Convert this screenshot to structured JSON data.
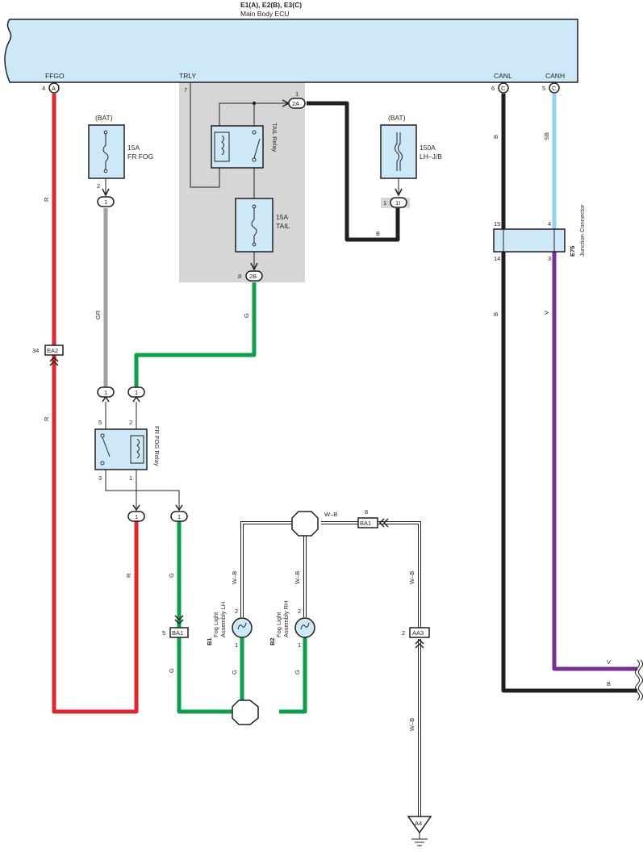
{
  "ecu": {
    "title": "E1(A), E2(B), E3(C)",
    "subtitle": "Main Body ECU",
    "pins": {
      "ffgo": {
        "name": "FFGO",
        "num": "4",
        "conn": "A"
      },
      "trly": {
        "name": "TRLY",
        "num": "7"
      },
      "canl": {
        "name": "CANL",
        "num": "6",
        "conn": "C"
      },
      "canh": {
        "name": "CANH",
        "num": "5",
        "conn": "C"
      }
    }
  },
  "tail_relay": {
    "label": "TAIL Relay"
  },
  "tail_fuse": {
    "rating": "15A",
    "name": "TAIL"
  },
  "fr_fog_fuse": {
    "source": "(BAT)",
    "rating": "15A",
    "name": "FR FOG",
    "pin": "2"
  },
  "lhjb_fuse": {
    "source": "(BAT)",
    "rating": "150A",
    "name": "LH–J/B"
  },
  "fr_fog_relay": {
    "label": "FR FOG Relay",
    "pins": {
      "p5": "5",
      "p2": "2",
      "p3": "3",
      "p1": "1"
    }
  },
  "junction_connector": {
    "id": "E75",
    "label": "Junction Connector",
    "pins": {
      "p15": "15",
      "p4": "4",
      "p14": "14",
      "p3": "3"
    }
  },
  "connectors": {
    "c2a": {
      "pin": "1",
      "id": "2A"
    },
    "c2b": {
      "pin": "8",
      "id": "2B"
    },
    "c1i": {
      "pin": "1",
      "id": "1I"
    },
    "ea2": {
      "pin": "34",
      "id": "EA2"
    },
    "ba1_top": {
      "pin": "8",
      "id": "BA1"
    },
    "ba1_left": {
      "pin": "5",
      "id": "BA1"
    },
    "aa3": {
      "pin": "2",
      "id": "AA3"
    },
    "one": "1"
  },
  "fog_lh": {
    "id": "B1",
    "name": "Fog Light\nAssembly LH",
    "line1": "Fog Light",
    "line2": "Assembly LH",
    "pin_top": "2",
    "pin_bot": "1"
  },
  "fog_rh": {
    "id": "B2",
    "name": "Fog Light\nAssembly RH",
    "line1": "Fog Light",
    "line2": "Assembly RH",
    "pin_top": "2",
    "pin_bot": "1"
  },
  "ground": {
    "id": "A4"
  },
  "wire_colors": {
    "r": "R",
    "gr": "GR",
    "g": "G",
    "b": "B",
    "sb": "SB",
    "v": "V",
    "wb": "W–B"
  },
  "colors": {
    "red": "#e3262b",
    "gray": "#9d9fa2",
    "green": "#0aa14b",
    "black": "#231f20",
    "skyblue": "#8fd3f3",
    "violet": "#7a2f94",
    "box_fill": "#cde8f6",
    "shade": "#d6d6d6"
  }
}
